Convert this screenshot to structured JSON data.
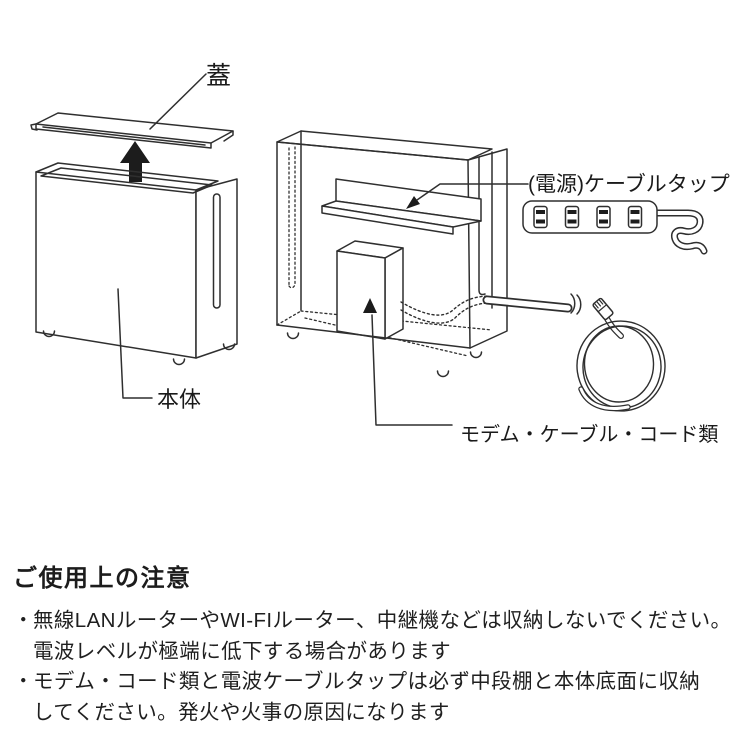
{
  "diagram": {
    "lid_label": "蓋",
    "body_label": "本体",
    "power_tap_label": "(電源)ケーブルタップ",
    "modem_label": "モデム・ケーブル・コード類"
  },
  "notice": {
    "heading": "ご使用上の注意",
    "bullets": [
      {
        "marker": "・",
        "line1": "無線LANルーターやWI-FIルーター、中継機などは収納しないでください。",
        "line2": "電波レベルが極端に低下する場合があります"
      },
      {
        "marker": "・",
        "line1": "モデム・コード類と電波ケーブルタップは必ず中段棚と本体底面に収納",
        "line2": "してください。発火や火事の原因になります"
      }
    ]
  },
  "colors": {
    "line": "#2f2f2f",
    "text": "#1a1a1a",
    "arrow_fill": "#1c1c1c",
    "background": "#ffffff"
  }
}
